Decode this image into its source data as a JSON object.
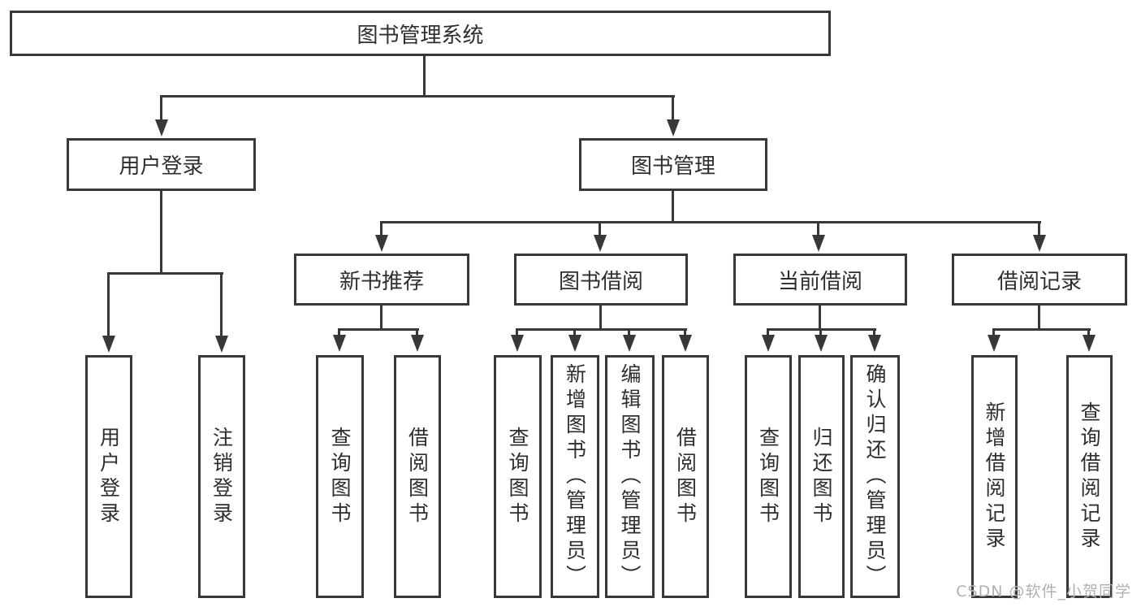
{
  "diagram_title": "图书管理系统",
  "nodes": {
    "root": {
      "label": "图书管理系统"
    },
    "level2": [
      {
        "label": "用户登录"
      },
      {
        "label": "图书管理"
      }
    ],
    "level3": [
      {
        "label": "新书推荐"
      },
      {
        "label": "图书借阅"
      },
      {
        "label": "当前借阅"
      },
      {
        "label": "借阅记录"
      }
    ],
    "leaves": [
      {
        "label": "用户登录",
        "parent": "用户登录"
      },
      {
        "label": "注销登录",
        "parent": "用户登录"
      },
      {
        "label": "查询图书",
        "parent": "新书推荐"
      },
      {
        "label": "借阅图书",
        "parent": "新书推荐"
      },
      {
        "label": "查询图书",
        "parent": "图书借阅"
      },
      {
        "label": "新增图书（管理员）",
        "parent": "图书借阅"
      },
      {
        "label": "编辑图书（管理员）",
        "parent": "图书借阅"
      },
      {
        "label": "借阅图书",
        "parent": "图书借阅"
      },
      {
        "label": "查询图书",
        "parent": "当前借阅"
      },
      {
        "label": "归还图书",
        "parent": "当前借阅"
      },
      {
        "label": "确认归还（管理员）",
        "parent": "当前借阅"
      },
      {
        "label": "新增借阅记录",
        "parent": "借阅记录"
      },
      {
        "label": "查询借阅记录",
        "parent": "借阅记录"
      }
    ]
  },
  "watermark": {
    "text": "CSDN @软件_小贺同学"
  },
  "colors": {
    "line": "#383838",
    "text": "#2e2e2e",
    "watermark": "#b0b0b0",
    "background": "#ffffff"
  }
}
